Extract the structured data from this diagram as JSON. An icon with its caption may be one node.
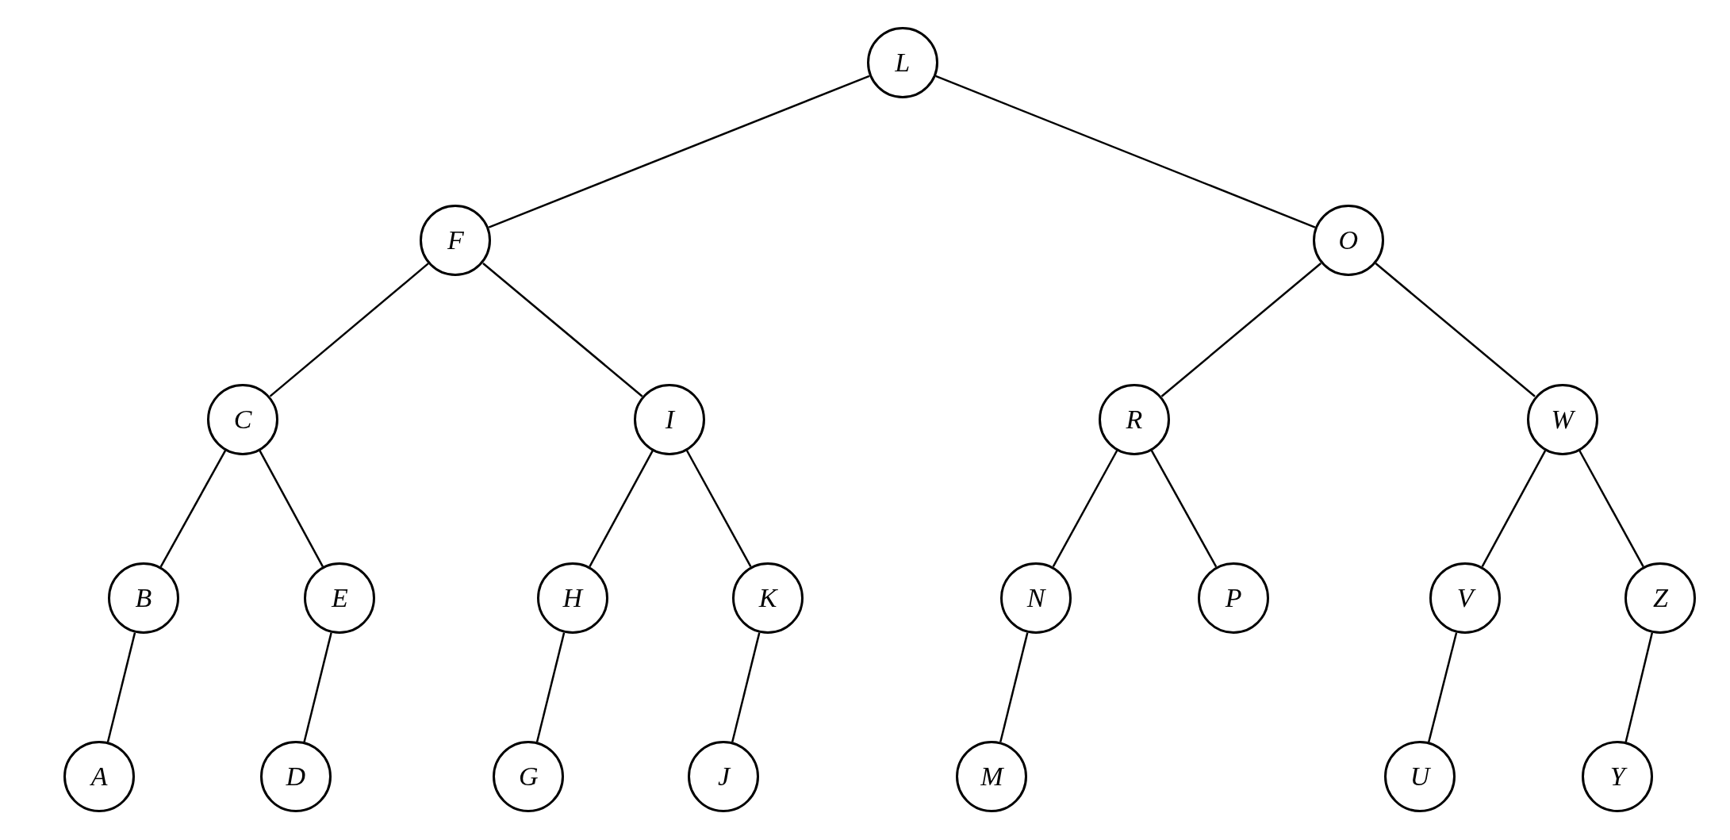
{
  "diagram": {
    "nodes": [
      {
        "text": [
          "L"
        ]
      },
      {
        "text": [
          "F"
        ]
      },
      {
        "text": [
          "O"
        ]
      },
      {
        "text": [
          "C"
        ]
      },
      {
        "text": [
          "I"
        ]
      },
      {
        "text": [
          "R"
        ]
      },
      {
        "text": [
          "W"
        ]
      },
      {
        "text": [
          "B"
        ]
      },
      {
        "text": [
          "E"
        ]
      },
      {
        "text": [
          "H"
        ]
      },
      {
        "text": [
          "K"
        ]
      },
      {
        "text": [
          "N"
        ]
      },
      {
        "text": [
          "P"
        ]
      },
      {
        "text": [
          "V"
        ]
      },
      {
        "text": [
          "Z"
        ]
      },
      {
        "text": [
          "A"
        ]
      },
      {
        "text": [
          "D"
        ]
      },
      {
        "text": [
          "G"
        ]
      },
      {
        "text": [
          "J"
        ]
      },
      {
        "text": [
          "M"
        ]
      },
      {
        "text": [
          "U"
        ]
      },
      {
        "text": [
          "Y"
        ]
      }
    ],
    "edges": [
      {
        "from": 0,
        "to": 1,
        "arrow": "none"
      },
      {
        "from": 0,
        "to": 2,
        "arrow": "none"
      },
      {
        "from": 1,
        "to": 3,
        "arrow": "none"
      },
      {
        "from": 1,
        "to": 4,
        "arrow": "none"
      },
      {
        "from": 2,
        "to": 5,
        "arrow": "none"
      },
      {
        "from": 2,
        "to": 6,
        "arrow": "none"
      },
      {
        "from": 3,
        "to": 7,
        "arrow": "none"
      },
      {
        "from": 3,
        "to": 8,
        "arrow": "none"
      },
      {
        "from": 4,
        "to": 9,
        "arrow": "none"
      },
      {
        "from": 4,
        "to": 10,
        "arrow": "none"
      },
      {
        "from": 5,
        "to": 11,
        "arrow": "none"
      },
      {
        "from": 5,
        "to": 12,
        "arrow": "none"
      },
      {
        "from": 6,
        "to": 13,
        "arrow": "none"
      },
      {
        "from": 6,
        "to": 14,
        "arrow": "none"
      },
      {
        "from": 7,
        "to": 15,
        "arrow": "none"
      },
      {
        "from": 8,
        "to": 16,
        "arrow": "none"
      },
      {
        "from": 9,
        "to": 17,
        "arrow": "none"
      },
      {
        "from": 10,
        "to": 18,
        "arrow": "none"
      },
      {
        "from": 11,
        "to": 19,
        "arrow": "none"
      },
      {
        "from": 13,
        "to": 20,
        "arrow": "none"
      },
      {
        "from": 14,
        "to": 21,
        "arrow": "none"
      }
    ]
  }
}
